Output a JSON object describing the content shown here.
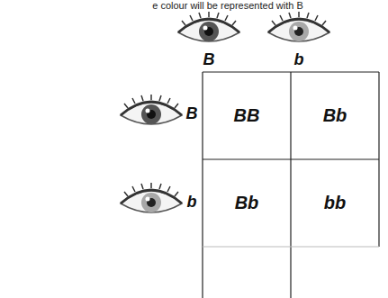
{
  "diagram": {
    "nodes": [
      {
        "text": [
          "BB"
        ]
      },
      {
        "text": [
          "Bb"
        ]
      },
      {
        "text": [
          "Bb"
        ]
      },
      {
        "text": [
          "bb"
        ]
      }
    ],
    "labels": [
      "e colour will be represented with B",
      "B",
      "b",
      "B",
      "b"
    ]
  }
}
